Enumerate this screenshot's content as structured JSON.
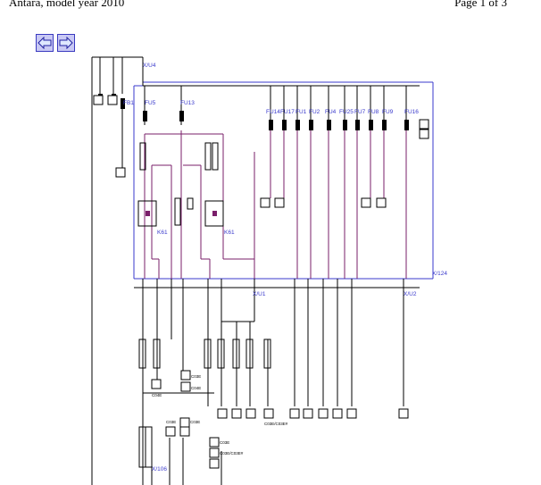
{
  "header": {
    "title": "Antara, model year 2010",
    "page": "Page 1 of 3"
  },
  "nav": {
    "back_icon": "arrow-left-icon",
    "forward_icon": "arrow-right-icon"
  },
  "colors": {
    "wire": "#7a1f6a",
    "frame": "#3a3acc",
    "line": "#000000"
  },
  "labels": {
    "connector_top": "X/U4",
    "fuses": {
      "fb1": "FB1",
      "fu5": "FU5",
      "fu13": "FU13",
      "fu14": "FU14",
      "fu17": "FU17",
      "fu1": "FU1",
      "fu2": "FU2",
      "fu4": "FU4",
      "fu25": "FU25",
      "fu7": "FU7",
      "fu8": "FU8",
      "fu9": "FU9",
      "fu16": "FU16"
    },
    "relays": {
      "left": "K61",
      "right": "K61"
    },
    "box_connector": "X/124",
    "conn_xu1": "X/U1",
    "conn_xu2": "X/U2",
    "conn_bottom": "X/106",
    "pin_labels": {
      "p1": "C04E",
      "p2": "C03E",
      "p3": "C04E",
      "p4": "C03E",
      "p5": "C03E",
      "p6": "C03E",
      "p7": "C03E/C03E#",
      "p8": "C03E/C03E#"
    }
  }
}
